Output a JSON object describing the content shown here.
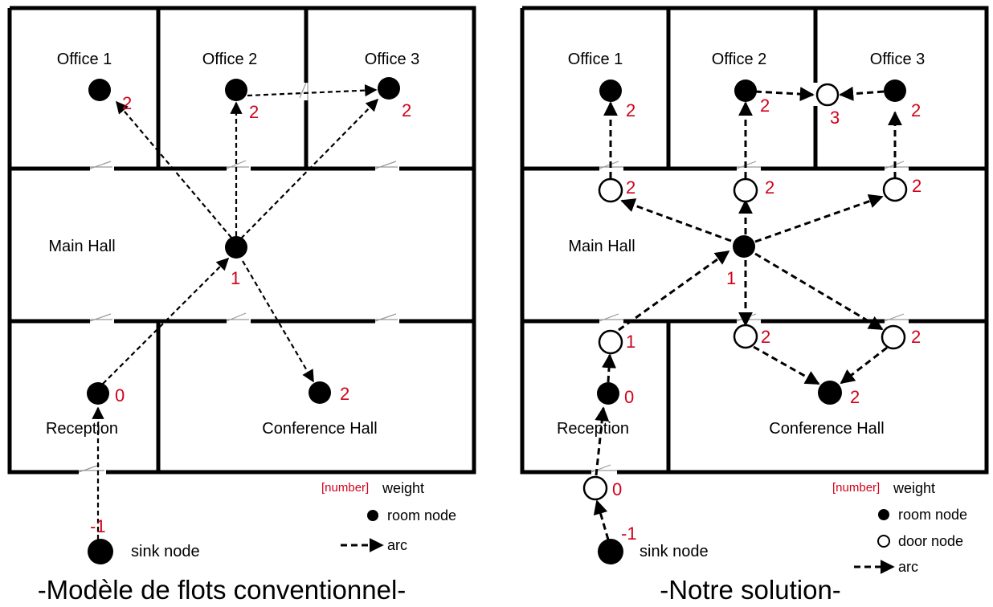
{
  "left": {
    "rooms": {
      "office1": "Office 1",
      "office2": "Office 2",
      "office3": "Office 3",
      "main_hall": "Main Hall",
      "reception": "Reception",
      "conference": "Conference Hall",
      "sink": "sink node"
    },
    "weights": {
      "office1": "2",
      "office2": "2",
      "office3": "2",
      "main_hall": "1",
      "reception": "0",
      "conference": "2",
      "sink": "-1"
    },
    "legend": {
      "number": "[number]",
      "weight": "weight",
      "room_node": "room node",
      "arc": "arc"
    },
    "caption": "-Modèle de flots conventionnel-"
  },
  "right": {
    "rooms": {
      "office1": "Office 1",
      "office2": "Office 2",
      "office3": "Office 3",
      "main_hall": "Main Hall",
      "reception": "Reception",
      "conference": "Conference Hall",
      "sink": "sink node"
    },
    "weights": {
      "office1": "2",
      "office2": "2",
      "office2_door": "3",
      "office3": "2",
      "door_o1": "2",
      "door_o2": "2",
      "door_o3": "2",
      "main_hall": "1",
      "door_rec": "1",
      "door_conf_left": "2",
      "door_conf_right": "2",
      "reception": "0",
      "conference": "2",
      "door_entry": "0",
      "sink": "-1"
    },
    "legend": {
      "number": "[number]",
      "weight": "weight",
      "room_node": "room node",
      "door_node": "door node",
      "arc": "arc"
    },
    "caption": "-Notre solution-"
  }
}
